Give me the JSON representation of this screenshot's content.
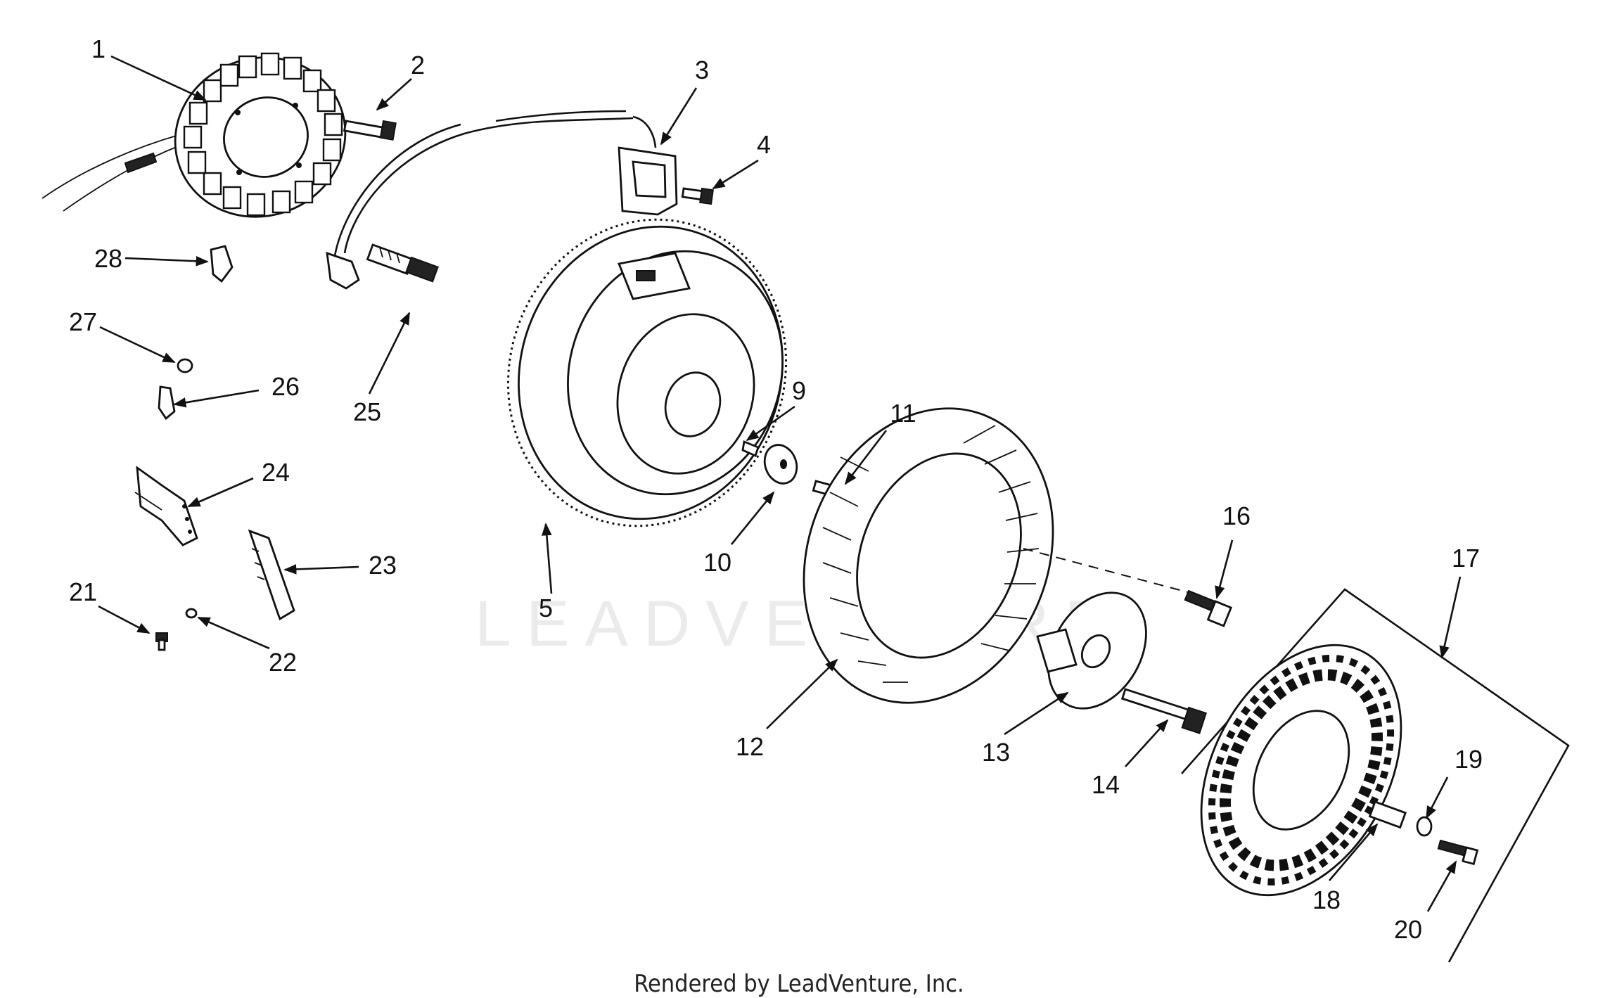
{
  "callouts": [
    {
      "id": "1",
      "label": "1"
    },
    {
      "id": "2",
      "label": "2"
    },
    {
      "id": "3",
      "label": "3"
    },
    {
      "id": "4",
      "label": "4"
    },
    {
      "id": "5",
      "label": "5"
    },
    {
      "id": "9",
      "label": "9"
    },
    {
      "id": "10",
      "label": "10"
    },
    {
      "id": "11",
      "label": "11"
    },
    {
      "id": "12",
      "label": "12"
    },
    {
      "id": "13",
      "label": "13"
    },
    {
      "id": "14",
      "label": "14"
    },
    {
      "id": "16",
      "label": "16"
    },
    {
      "id": "17",
      "label": "17"
    },
    {
      "id": "18",
      "label": "18"
    },
    {
      "id": "19",
      "label": "19"
    },
    {
      "id": "20",
      "label": "20"
    },
    {
      "id": "21",
      "label": "21"
    },
    {
      "id": "22",
      "label": "22"
    },
    {
      "id": "23",
      "label": "23"
    },
    {
      "id": "24",
      "label": "24"
    },
    {
      "id": "25",
      "label": "25"
    },
    {
      "id": "26",
      "label": "26"
    },
    {
      "id": "27",
      "label": "27"
    },
    {
      "id": "28",
      "label": "28"
    }
  ],
  "watermark": "LEADVENTURE",
  "credit": "Rendered by LeadVenture, Inc."
}
